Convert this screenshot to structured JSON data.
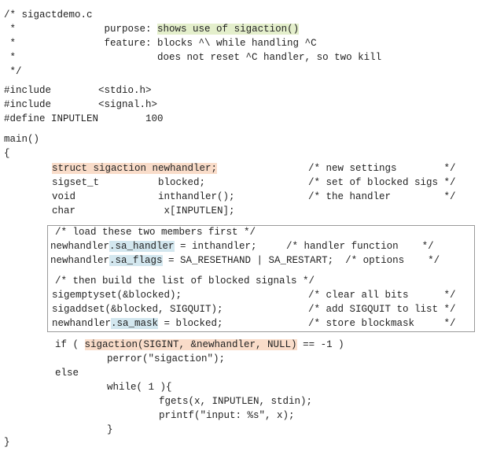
{
  "header": {
    "l1": "/* sigactdemo.c",
    "l2a": " *               ",
    "l2_purpose_label": "purpose: ",
    "l2_purpose_text": "shows use of sigaction()",
    "l3": " *               feature: blocks ^\\ while handling ^C",
    "l4": " *                        does not reset ^C handler, so two kill",
    "l5": " */"
  },
  "includes": {
    "i1": "#include        <stdio.h>",
    "i2": "#include        <signal.h>",
    "d1": "#define INPUTLEN        100"
  },
  "main": {
    "sig": "main()",
    "open": "{",
    "close": "}"
  },
  "decl": {
    "d1_struct": "struct sigaction newhandler;",
    "d1_comment": "/* new settings        */",
    "d2_code": "sigset_t          blocked;",
    "d2_comment": "/* set of blocked sigs */",
    "d3_code": "void              inthandler();",
    "d3_comment": "/* the handler         */",
    "d4_code": "char               x[INPUTLEN];"
  },
  "setup": {
    "c1": "/* load these two members first */",
    "h_pre": "newhandler",
    "h_field": ".sa_handler",
    "h_rest": " = inthandler;     /* handler function    */",
    "f_pre": "newhandler",
    "f_field": ".sa_flags",
    "f_rest": " = SA_RESETHAND | SA_RESTART;  /* options    */",
    "c2": "/* then build the list of blocked signals */",
    "e_code": "sigemptyset(&blocked);",
    "e_comment": "/* clear all bits      */",
    "a_code": "sigaddset(&blocked, SIGQUIT);",
    "a_comment": "/* add SIGQUIT to list */",
    "m_pre": "newhandler",
    "m_field": ".sa_mask",
    "m_rest": " = blocked;",
    "m_comment": "/* store blockmask     */"
  },
  "tail": {
    "if_pre": "if ( ",
    "if_call": "sigaction(SIGINT, &newhandler, NULL)",
    "if_post": " == -1 )",
    "perror": "perror(\"sigaction\");",
    "else": "else",
    "while": "while( 1 ){",
    "fgets": "fgets(x, INPUTLEN, stdin);",
    "printf": "printf(\"input: %s\", x);",
    "wclose": "}"
  },
  "colors": {
    "green_highlight": "#e4efcc",
    "blue_highlight": "#d3e7ef",
    "orange_highlight": "#f9dcc9"
  }
}
